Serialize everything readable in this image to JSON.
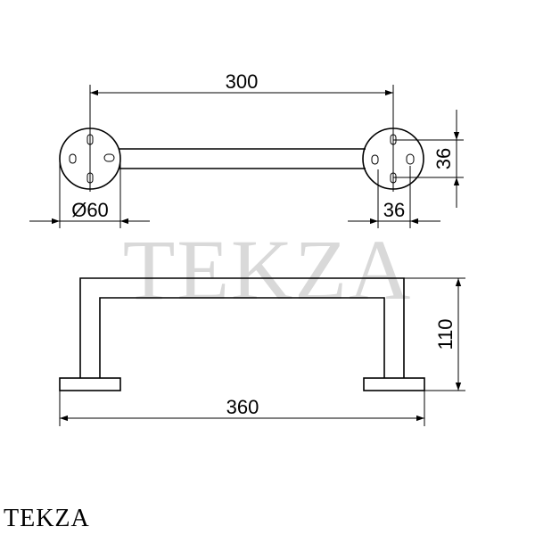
{
  "watermark": "TEKZA",
  "brand": "TEKZA",
  "dimensions": {
    "top_length": "300",
    "diameter": "Ø60",
    "hole_spacing_vertical": "36",
    "hole_spacing_horizontal": "36",
    "height": "110",
    "total_length": "360"
  }
}
